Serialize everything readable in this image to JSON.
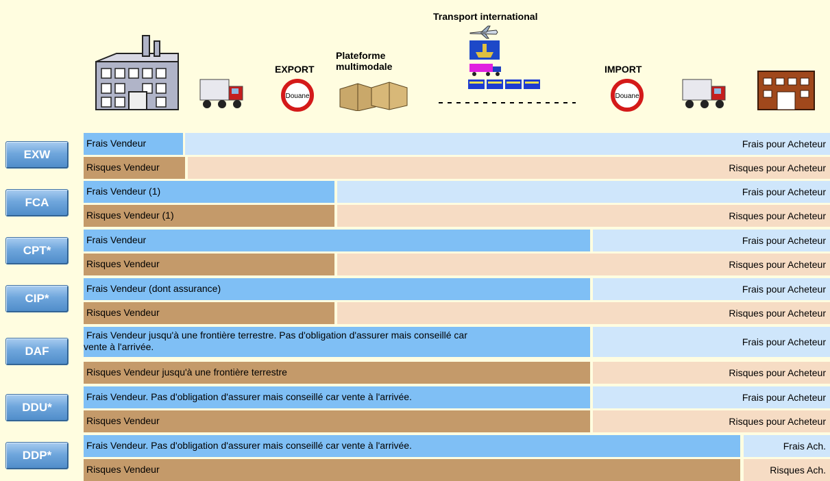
{
  "header": {
    "transport": "Transport international",
    "export": "EXPORT",
    "import": "IMPORT",
    "platform": "Plateforme multimodale",
    "customs_stamp": "Douane"
  },
  "icons": [
    "factory-icon",
    "truck-icon",
    "customs-stop-icon",
    "crates-icon",
    "airplane-icon",
    "ship-icon",
    "train-icon",
    "warehouse-icon"
  ],
  "colors": {
    "seller_cost": "#7fbff5",
    "buyer_cost": "#cfe6fb",
    "seller_risk": "#c49a6a",
    "buyer_risk": "#f6dcc4",
    "badge": "#6fa6dc"
  },
  "terms": [
    {
      "code": "EXW",
      "frais": "Frais Vendeur",
      "frais_buyer": "Frais pour Acheteur",
      "risques": "Risques Vendeur",
      "risques_buyer": "Risques pour Acheteur"
    },
    {
      "code": "FCA",
      "frais": "Frais Vendeur (1)",
      "frais_buyer": "Frais pour Acheteur",
      "risques": "Risques Vendeur (1)",
      "risques_buyer": "Risques pour Acheteur"
    },
    {
      "code": "CPT*",
      "frais": "Frais Vendeur",
      "frais_buyer": "Frais pour Acheteur",
      "risques": "Risques Vendeur",
      "risques_buyer": "Risques pour Acheteur"
    },
    {
      "code": "CIP*",
      "frais": "Frais Vendeur (dont assurance)",
      "frais_buyer": "Frais pour Acheteur",
      "risques": "Risques Vendeur",
      "risques_buyer": "Risques pour Acheteur"
    },
    {
      "code": "DAF",
      "frais_line1": "Frais Vendeur jusqu'à une frontière terrestre. Pas d'obligation d'assurer mais conseillé car",
      "frais_line2": "vente à l'arrivée.",
      "frais_buyer": "Frais pour Acheteur",
      "risques": "Risques Vendeur jusqu'à une frontière terrestre",
      "risques_buyer": "Risques pour Acheteur"
    },
    {
      "code": "DDU*",
      "frais": "Frais Vendeur. Pas d'obligation d'assurer mais conseillé car vente à l'arrivée.",
      "frais_buyer": "Frais pour Acheteur",
      "risques": "Risques Vendeur",
      "risques_buyer": "Risques pour Acheteur"
    },
    {
      "code": "DDP*",
      "frais": "Frais Vendeur. Pas d'obligation d'assurer mais conseillé car vente à l'arrivée.",
      "frais_buyer": "Frais Ach.",
      "risques": "Risques Vendeur",
      "risques_buyer": "Risques Ach."
    }
  ]
}
